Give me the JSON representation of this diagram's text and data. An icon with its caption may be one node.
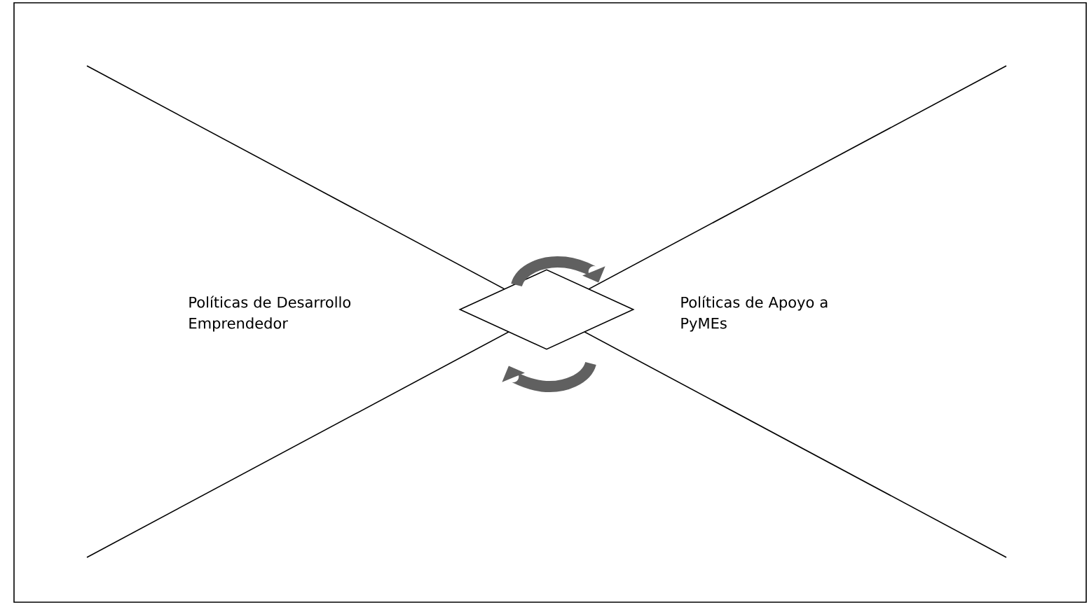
{
  "diagram": {
    "nodes": [
      {
        "text": [],
        "shape": "diamond"
      }
    ],
    "labels": [
      "Políticas de Desarrollo Emprendedor",
      "Políticas de Apoyo a PyMEs"
    ]
  }
}
